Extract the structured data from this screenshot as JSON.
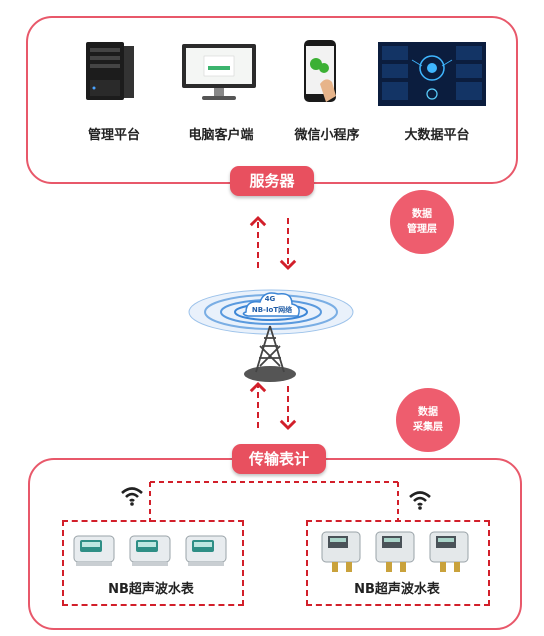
{
  "server_layer": {
    "items": [
      {
        "label": "管理平台",
        "icon": "server-tower-icon"
      },
      {
        "label": "电脑客户端",
        "icon": "desktop-monitor-icon"
      },
      {
        "label": "微信小程序",
        "icon": "smartphone-wechat-icon"
      },
      {
        "label": "大数据平台",
        "icon": "data-dashboard-icon"
      }
    ],
    "title": "服务器"
  },
  "management_circle": {
    "line1": "数据",
    "line2": "管理层"
  },
  "network": {
    "cloud_line1": "4G",
    "cloud_line2": "NB-IoT网络"
  },
  "collection_circle": {
    "line1": "数据",
    "line2": "采集层"
  },
  "meter_layer": {
    "title": "传输表计",
    "groups": [
      {
        "label": "NB超声波水表",
        "icon": "water-meter-icon"
      },
      {
        "label": "NB超声波水表",
        "icon": "water-meter-icon"
      }
    ]
  },
  "colors": {
    "accent": "#e8505f",
    "dashed_line": "#d21f2a",
    "circle": "#ee5d6e"
  }
}
